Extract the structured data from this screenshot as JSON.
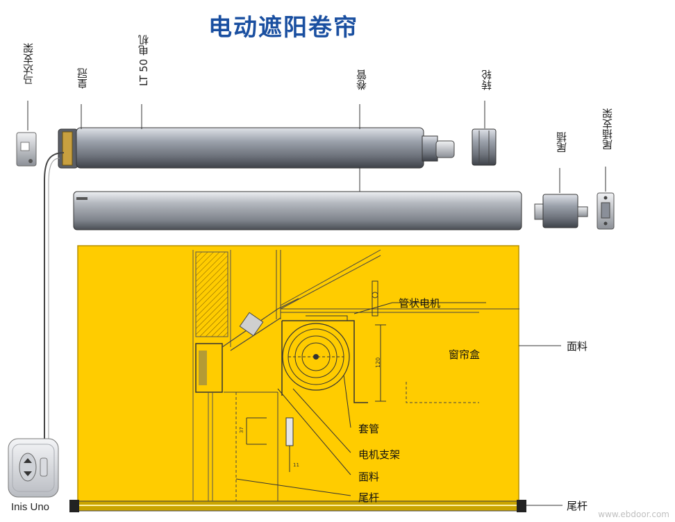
{
  "title": "电动遮阳卷帘",
  "components": {
    "motor_bracket": "马达支架",
    "crown": "皇冠",
    "motor": "LT 50 电机",
    "roller_tube": "卷管",
    "wheel": "转轮",
    "end_plug": "尾插",
    "end_plug_bracket": "尾插支架"
  },
  "section": {
    "tube_motor": "管状电机",
    "cassette": "窗帘盒",
    "sleeve": "套管",
    "motor_bracket": "电机支架",
    "fabric": "面料",
    "bottom_bar": "尾杆",
    "dim_120": "120",
    "dim_37": "37",
    "dim_11": "11"
  },
  "right_labels": {
    "fabric": "面料",
    "bottom_bar": "尾杆"
  },
  "remote": {
    "name": "Inis Uno"
  },
  "watermark": "www.ebdoor.com",
  "colors": {
    "title": "#1a4fa0",
    "fabric": "#ffcc00",
    "tube": "#8a8f99"
  }
}
